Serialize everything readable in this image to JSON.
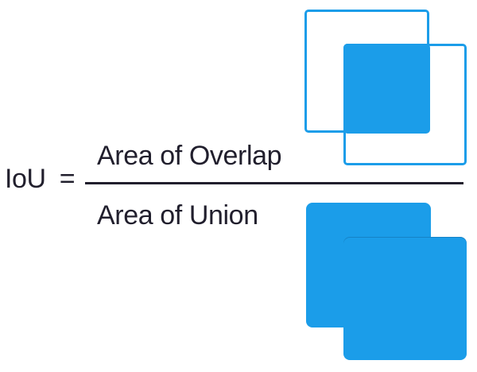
{
  "formula": {
    "lhs": "IoU =",
    "numerator": "Area of Overlap",
    "denominator": "Area of Union"
  },
  "colors": {
    "accent-blue": "#1b9de9",
    "ink": "#211f2d",
    "background": "#ffffff"
  }
}
